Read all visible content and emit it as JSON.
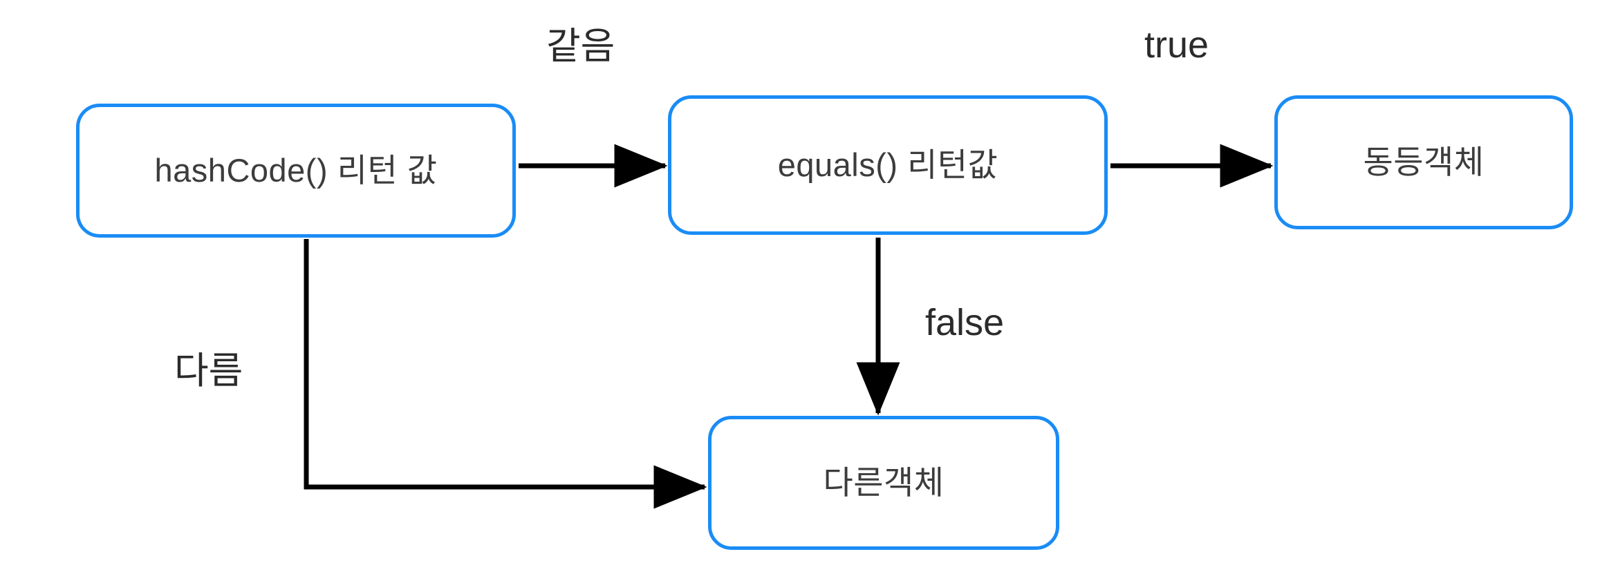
{
  "diagram": {
    "title": "hashCode and equals object equality flow",
    "colors": {
      "node_border": "#1a8cf5",
      "node_fill": "#ffffff",
      "edge_stroke": "#000000",
      "text": "#3c3c3c",
      "background": "#ffffff"
    },
    "nodes": [
      {
        "id": "hashcode",
        "label": "hashCode() 리턴 값"
      },
      {
        "id": "equals",
        "label": "equals() 리턴값"
      },
      {
        "id": "equal_object",
        "label": "동등객체"
      },
      {
        "id": "diff_object",
        "label": "다른객체"
      }
    ],
    "edges": [
      {
        "id": "hashcode-to-equals",
        "from": "hashcode",
        "to": "equals",
        "label": "같음"
      },
      {
        "id": "equals-to-equal-object",
        "from": "equals",
        "to": "equal_object",
        "label": "true"
      },
      {
        "id": "equals-to-diff-object",
        "from": "equals",
        "to": "diff_object",
        "label": "false"
      },
      {
        "id": "hashcode-to-diff-object",
        "from": "hashcode",
        "to": "diff_object",
        "label": "다름"
      }
    ],
    "labels": {
      "same": "같음",
      "true": "true",
      "false": "false",
      "diff": "다름"
    }
  }
}
